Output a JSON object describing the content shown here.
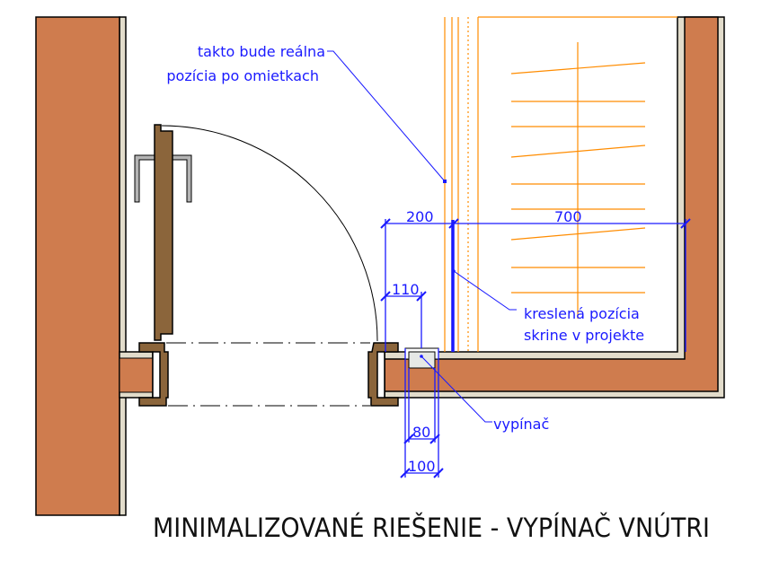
{
  "drawing": {
    "title": "MINIMALIZOVANÉ RIEŠENIE - VYPÍNAČ VNÚTRI",
    "annotations": {
      "real_position_line1": "takto bude reálna",
      "real_position_line2": "pozícia po omietkach",
      "drawn_position_line1": "kreslená pozícia",
      "drawn_position_line2": "skrine v projekte",
      "switch": "vypínač"
    },
    "dimensions": {
      "d200": "200",
      "d700": "700",
      "d110": "110",
      "d80": "80",
      "d100": "100"
    },
    "colors": {
      "brick": "#cf7c4e",
      "plaster": "#e2dccb",
      "wood": "#8b653b",
      "annotation": "#1a1aff",
      "furniture": "#ff8c00",
      "handle": "#b4b4b4"
    }
  }
}
